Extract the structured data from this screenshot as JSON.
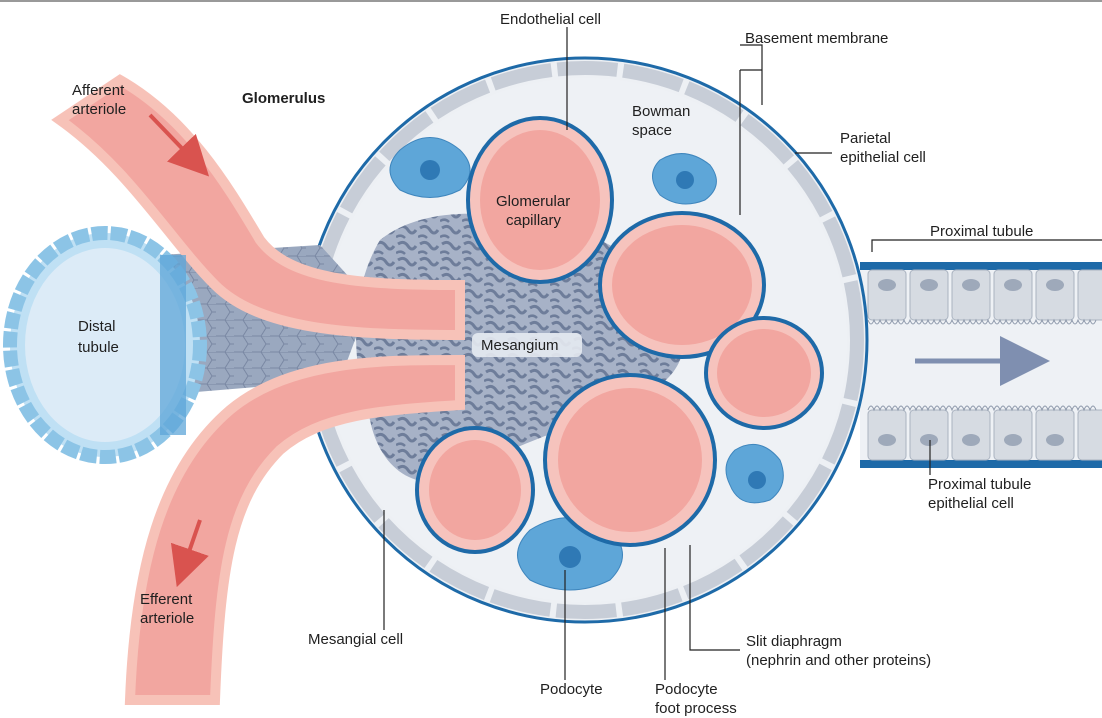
{
  "title": "Glomerulus",
  "labels": {
    "afferent": [
      "Afferent",
      "arteriole"
    ],
    "efferent": [
      "Efferent",
      "arteriole"
    ],
    "distal": [
      "Distal",
      "tubule"
    ],
    "endothelial_cell": "Endothelial cell",
    "basement_membrane": "Basement membrane",
    "bowman_space": [
      "Bowman",
      "space"
    ],
    "parietal": [
      "Parietal",
      "epithelial cell"
    ],
    "glomerular_capillary": [
      "Glomerular",
      "capillary"
    ],
    "mesangium": "Mesangium",
    "proximal_tubule": "Proximal tubule",
    "proximal_epithelial": [
      "Proximal tubule",
      "epithelial cell"
    ],
    "mesangial_cell": "Mesangial cell",
    "slit_diaphragm": [
      "Slit diaphragm",
      "(nephrin and other proteins)"
    ],
    "podocyte": "Podocyte",
    "foot_process": [
      "Podocyte",
      "foot process"
    ]
  },
  "colors": {
    "capsule_outline": "#1e6aa8",
    "capillary": "#f2a6a0",
    "arteriole": "#f7c2b8",
    "podocyte": "#5ea6d8",
    "mesangium": "#7b8ba8",
    "distal_tubule": "#bfe0f4",
    "proximal_cell": "#d6dbe2",
    "bowman_space": "#edf0f4"
  }
}
